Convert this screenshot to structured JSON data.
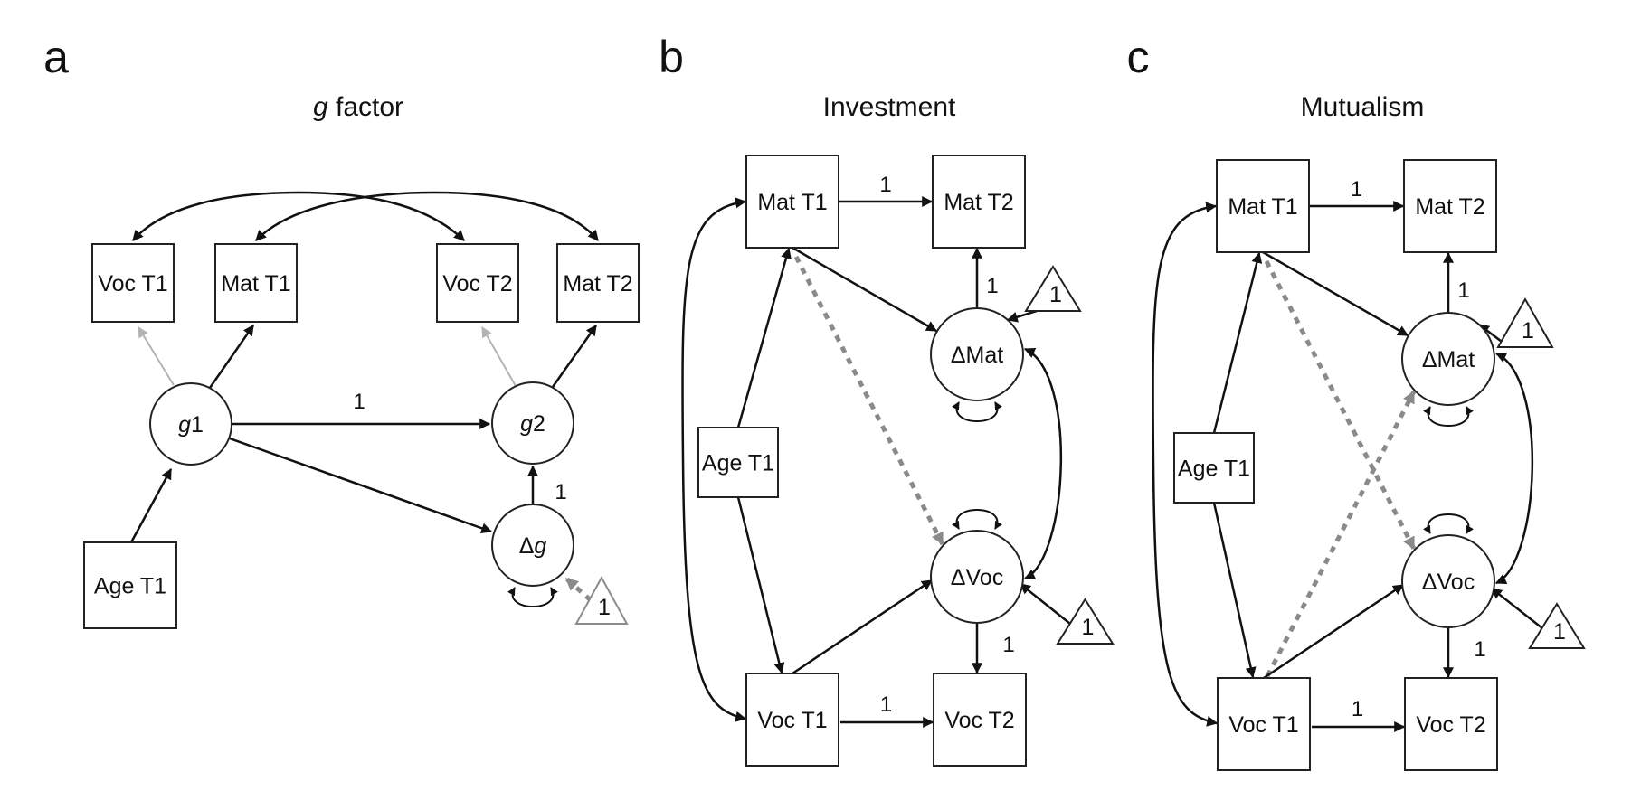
{
  "figure": {
    "panels": [
      {
        "id": "a",
        "letter": "a",
        "title_italic": "g",
        "title_rest": " factor",
        "nodes": [
          {
            "id": "vocT1",
            "label": "Voc T1",
            "shape": "box"
          },
          {
            "id": "matT1",
            "label": "Mat T1",
            "shape": "box"
          },
          {
            "id": "vocT2",
            "label": "Voc T2",
            "shape": "box"
          },
          {
            "id": "matT2",
            "label": "Mat T2",
            "shape": "box"
          },
          {
            "id": "g1",
            "label_italic": "g",
            "label_rest": "1",
            "shape": "circle"
          },
          {
            "id": "g2",
            "label_italic": "g",
            "label_rest": "2",
            "shape": "circle"
          },
          {
            "id": "dg",
            "label_prefix": "Δ",
            "label_italic": "g",
            "shape": "circle"
          },
          {
            "id": "age",
            "label": "Age T1",
            "shape": "box"
          },
          {
            "id": "tri",
            "label": "1",
            "shape": "triangle",
            "style": "gray"
          }
        ],
        "edges": [
          {
            "from": "g1",
            "to": "vocT1",
            "style": "gray"
          },
          {
            "from": "g1",
            "to": "matT1",
            "style": "solid"
          },
          {
            "from": "g2",
            "to": "vocT2",
            "style": "gray"
          },
          {
            "from": "g2",
            "to": "matT2",
            "style": "solid"
          },
          {
            "from": "g1",
            "to": "g2",
            "style": "solid",
            "label": "1"
          },
          {
            "from": "g1",
            "to": "dg",
            "style": "solid"
          },
          {
            "from": "dg",
            "to": "g2",
            "style": "solid",
            "label": "1"
          },
          {
            "from": "age",
            "to": "g1",
            "style": "solid"
          },
          {
            "from": "tri",
            "to": "dg",
            "style": "dashed"
          },
          {
            "from": "vocT1",
            "to": "vocT2",
            "style": "covariance"
          },
          {
            "from": "matT1",
            "to": "matT2",
            "style": "covariance"
          },
          {
            "from": "dg",
            "to": "dg",
            "style": "variance"
          }
        ]
      },
      {
        "id": "b",
        "letter": "b",
        "title": "Investment",
        "nodes": [
          {
            "id": "matT1",
            "label": "Mat T1",
            "shape": "box"
          },
          {
            "id": "matT2",
            "label": "Mat T2",
            "shape": "box"
          },
          {
            "id": "dMat",
            "label": "ΔMat",
            "shape": "circle"
          },
          {
            "id": "age",
            "label": "Age T1",
            "shape": "box"
          },
          {
            "id": "dVoc",
            "label": "ΔVoc",
            "shape": "circle"
          },
          {
            "id": "vocT1",
            "label": "Voc T1",
            "shape": "box"
          },
          {
            "id": "vocT2",
            "label": "Voc T2",
            "shape": "box"
          },
          {
            "id": "triMat",
            "label": "1",
            "shape": "triangle"
          },
          {
            "id": "triVoc",
            "label": "1",
            "shape": "triangle"
          }
        ],
        "edges": [
          {
            "from": "matT1",
            "to": "matT2",
            "style": "solid",
            "label": "1"
          },
          {
            "from": "dMat",
            "to": "matT2",
            "style": "solid",
            "label": "1"
          },
          {
            "from": "matT1",
            "to": "dMat",
            "style": "solid"
          },
          {
            "from": "matT1",
            "to": "dVoc",
            "style": "dashed"
          },
          {
            "from": "age",
            "to": "matT1",
            "style": "solid"
          },
          {
            "from": "age",
            "to": "vocT1",
            "style": "solid"
          },
          {
            "from": "vocT1",
            "to": "dVoc",
            "style": "solid"
          },
          {
            "from": "vocT1",
            "to": "vocT2",
            "style": "solid",
            "label": "1"
          },
          {
            "from": "dVoc",
            "to": "vocT2",
            "style": "solid",
            "label": "1"
          },
          {
            "from": "triMat",
            "to": "dMat",
            "style": "solid"
          },
          {
            "from": "triVoc",
            "to": "dVoc",
            "style": "solid"
          },
          {
            "from": "matT1",
            "to": "vocT1",
            "style": "covariance"
          },
          {
            "from": "dMat",
            "to": "dVoc",
            "style": "covariance"
          },
          {
            "from": "dMat",
            "to": "dMat",
            "style": "variance"
          },
          {
            "from": "dVoc",
            "to": "dVoc",
            "style": "variance"
          }
        ]
      },
      {
        "id": "c",
        "letter": "c",
        "title": "Mutualism",
        "nodes": [
          {
            "id": "matT1",
            "label": "Mat T1",
            "shape": "box"
          },
          {
            "id": "matT2",
            "label": "Mat T2",
            "shape": "box"
          },
          {
            "id": "dMat",
            "label": "ΔMat",
            "shape": "circle"
          },
          {
            "id": "age",
            "label": "Age T1",
            "shape": "box"
          },
          {
            "id": "dVoc",
            "label": "ΔVoc",
            "shape": "circle"
          },
          {
            "id": "vocT1",
            "label": "Voc T1",
            "shape": "box"
          },
          {
            "id": "vocT2",
            "label": "Voc T2",
            "shape": "box"
          },
          {
            "id": "triMat",
            "label": "1",
            "shape": "triangle"
          },
          {
            "id": "triVoc",
            "label": "1",
            "shape": "triangle"
          }
        ],
        "edges": [
          {
            "from": "matT1",
            "to": "matT2",
            "style": "solid",
            "label": "1"
          },
          {
            "from": "dMat",
            "to": "matT2",
            "style": "solid",
            "label": "1"
          },
          {
            "from": "matT1",
            "to": "dMat",
            "style": "solid"
          },
          {
            "from": "matT1",
            "to": "dVoc",
            "style": "dashed"
          },
          {
            "from": "vocT1",
            "to": "dMat",
            "style": "dashed"
          },
          {
            "from": "age",
            "to": "matT1",
            "style": "solid"
          },
          {
            "from": "age",
            "to": "vocT1",
            "style": "solid"
          },
          {
            "from": "vocT1",
            "to": "dVoc",
            "style": "solid"
          },
          {
            "from": "vocT1",
            "to": "vocT2",
            "style": "solid",
            "label": "1"
          },
          {
            "from": "dVoc",
            "to": "vocT2",
            "style": "solid",
            "label": "1"
          },
          {
            "from": "triMat",
            "to": "dMat",
            "style": "solid"
          },
          {
            "from": "triVoc",
            "to": "dVoc",
            "style": "solid"
          },
          {
            "from": "matT1",
            "to": "vocT1",
            "style": "covariance"
          },
          {
            "from": "dMat",
            "to": "dVoc",
            "style": "covariance"
          },
          {
            "from": "dMat",
            "to": "dMat",
            "style": "variance"
          },
          {
            "from": "dVoc",
            "to": "dVoc",
            "style": "variance"
          }
        ]
      }
    ],
    "colors": {
      "line": "#111111",
      "gray_path": "#b4b4b4",
      "dashed_path": "#8a8a8c",
      "gray_triangle": "#8c8c8c"
    }
  }
}
